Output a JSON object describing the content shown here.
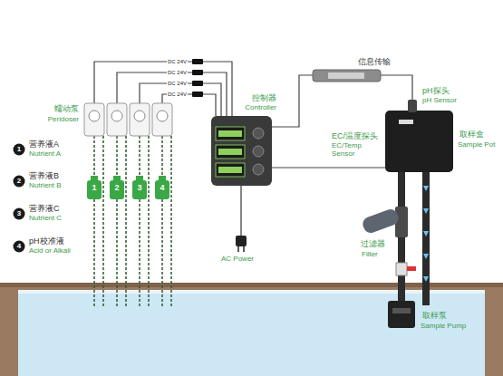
{
  "diagram": {
    "nodes": [
      {
        "text": [
          "蠕动泵",
          "Peridoser"
        ]
      },
      {
        "text": [
          "控制器",
          "Controller"
        ]
      },
      {
        "text": [
          "信息传输"
        ]
      },
      {
        "text": [
          "取样盒",
          "Sample Pot"
        ]
      },
      {
        "text": [
          "1"
        ]
      },
      {
        "text": [
          "2"
        ]
      },
      {
        "text": [
          "3"
        ]
      },
      {
        "text": [
          "4"
        ]
      },
      {
        "text": [
          "过滤器",
          "Filter"
        ]
      },
      {
        "text": [
          "取样泵",
          "Sample Pump"
        ]
      }
    ],
    "edges": [
      {
        "from": 1,
        "to": 0,
        "label": "DC 24V",
        "arrow": "none"
      },
      {
        "from": 1,
        "to": 0,
        "label": "DC 24V",
        "arrow": "none"
      },
      {
        "from": 1,
        "to": 0,
        "label": "DC 24V",
        "arrow": "none"
      },
      {
        "from": 1,
        "to": 0,
        "label": "DC 24V",
        "arrow": "none"
      },
      {
        "from": 1,
        "to": 2,
        "arrow": "none"
      },
      {
        "from": 2,
        "to": 3,
        "arrow": "none"
      },
      {
        "from": 1,
        "to": 3,
        "arrow": "none"
      },
      {
        "from": 0,
        "to": 4,
        "arrow": "none"
      },
      {
        "from": 0,
        "to": 5,
        "arrow": "none"
      },
      {
        "from": 0,
        "to": 6,
        "arrow": "none"
      },
      {
        "from": 0,
        "to": 7,
        "arrow": "none"
      },
      {
        "from": 9,
        "to": 8,
        "arrow": "none"
      },
      {
        "from": 8,
        "to": 3,
        "arrow": "none"
      }
    ],
    "labels": [
      "1",
      "营养液A",
      "Nutrient A",
      "2",
      "营养液B",
      "Nutrient B",
      "3",
      "营养液C",
      "Nutrient C",
      "4",
      "pH校准液",
      "Acid or Alkali",
      "AC Power",
      "pH探头",
      "pH Sensor",
      "EC/温度探头",
      "EC/Temp Sensor"
    ]
  }
}
